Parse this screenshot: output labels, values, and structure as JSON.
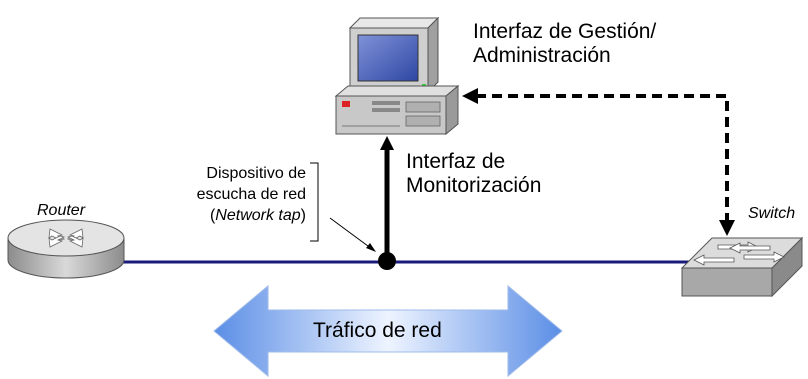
{
  "labels": {
    "management_interface_line1": "Interfaz de Gestión/",
    "management_interface_line2": "Administración",
    "monitoring_interface_line1": "Interfaz de",
    "monitoring_interface_line2": "Monitorización",
    "tap_line1": "Dispositivo de",
    "tap_line2": "escucha de red",
    "tap_line3_open": "(",
    "tap_line3_italic": "Network tap",
    "tap_line3_close": ")",
    "router": "Router",
    "switch": "Switch",
    "traffic": "Tráfico de red"
  },
  "colors": {
    "network_line": "#1a1a7a",
    "traffic_arrow": "#6f9be8",
    "traffic_arrow_light": "#e6efff",
    "device_gray": "#bdbdbd",
    "monitor_screen": "#4c63b6",
    "connection": "#000000"
  },
  "icons": [
    "router-icon",
    "switch-icon",
    "computer-icon",
    "tap-node-icon"
  ]
}
